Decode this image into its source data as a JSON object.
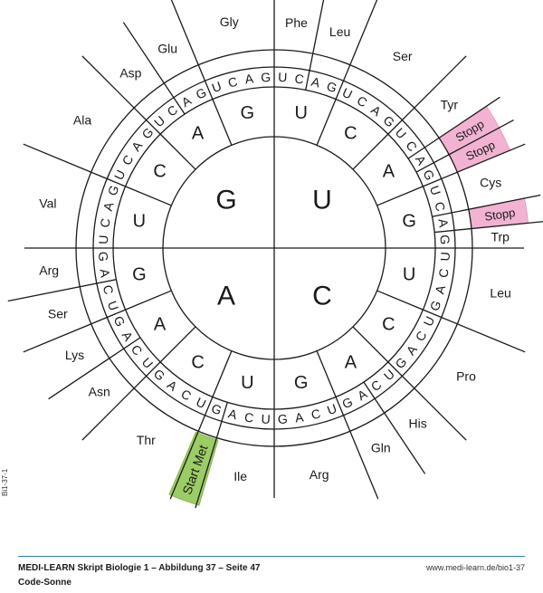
{
  "figure_code": "Bi1-37-1",
  "footer": {
    "caption": "MEDI-LEARN Skript Biologie 1 – Abbildung 37 – Seite 47",
    "subtitle": "Code-Sonne",
    "url": "www.medi-learn.de/bio1-37"
  },
  "colors": {
    "stop": "#f2b3d2",
    "start": "#9ccc65",
    "line": "#1a1a1a"
  },
  "first_bases": [
    "U",
    "C",
    "A",
    "G"
  ],
  "second_bases": [
    "U",
    "C",
    "A",
    "G"
  ],
  "third_bases": [
    "U",
    "C",
    "A",
    "G"
  ],
  "amino_acids": [
    {
      "label": "Phe",
      "first": 0,
      "second": 0,
      "thirds": [
        0,
        2
      ]
    },
    {
      "label": "Leu",
      "first": 0,
      "second": 0,
      "thirds": [
        2,
        4
      ]
    },
    {
      "label": "Ser",
      "first": 0,
      "second": 1,
      "thirds": [
        0,
        4
      ]
    },
    {
      "label": "Tyr",
      "first": 0,
      "second": 2,
      "thirds": [
        0,
        2
      ]
    },
    {
      "label": "Stopp",
      "first": 0,
      "second": 2,
      "thirds": [
        2,
        3
      ],
      "kind": "stop"
    },
    {
      "label": "Stopp",
      "first": 0,
      "second": 2,
      "thirds": [
        3,
        4
      ],
      "kind": "stop"
    },
    {
      "label": "Cys",
      "first": 0,
      "second": 3,
      "thirds": [
        0,
        2
      ]
    },
    {
      "label": "Stopp",
      "first": 0,
      "second": 3,
      "thirds": [
        2,
        3
      ],
      "kind": "stop"
    },
    {
      "label": "Trp",
      "first": 0,
      "second": 3,
      "thirds": [
        3,
        4
      ]
    },
    {
      "label": "Leu",
      "first": 1,
      "second": 0,
      "thirds": [
        0,
        4
      ]
    },
    {
      "label": "Pro",
      "first": 1,
      "second": 1,
      "thirds": [
        0,
        4
      ]
    },
    {
      "label": "His",
      "first": 1,
      "second": 2,
      "thirds": [
        0,
        2
      ]
    },
    {
      "label": "Gln",
      "first": 1,
      "second": 2,
      "thirds": [
        2,
        4
      ]
    },
    {
      "label": "Arg",
      "first": 1,
      "second": 3,
      "thirds": [
        0,
        4
      ]
    },
    {
      "label": "Ile",
      "first": 2,
      "second": 0,
      "thirds": [
        0,
        3
      ]
    },
    {
      "label": "Start Met",
      "first": 2,
      "second": 0,
      "thirds": [
        3,
        4
      ],
      "kind": "start"
    },
    {
      "label": "Thr",
      "first": 2,
      "second": 1,
      "thirds": [
        0,
        4
      ]
    },
    {
      "label": "Asn",
      "first": 2,
      "second": 2,
      "thirds": [
        0,
        2
      ]
    },
    {
      "label": "Lys",
      "first": 2,
      "second": 2,
      "thirds": [
        2,
        4
      ]
    },
    {
      "label": "Ser",
      "first": 2,
      "second": 3,
      "thirds": [
        0,
        2
      ]
    },
    {
      "label": "Arg",
      "first": 2,
      "second": 3,
      "thirds": [
        2,
        4
      ]
    },
    {
      "label": "Val",
      "first": 3,
      "second": 0,
      "thirds": [
        0,
        4
      ]
    },
    {
      "label": "Ala",
      "first": 3,
      "second": 1,
      "thirds": [
        0,
        4
      ]
    },
    {
      "label": "Asp",
      "first": 3,
      "second": 2,
      "thirds": [
        0,
        2
      ]
    },
    {
      "label": "Glu",
      "first": 3,
      "second": 2,
      "thirds": [
        2,
        4
      ]
    },
    {
      "label": "Gly",
      "first": 3,
      "second": 3,
      "thirds": [
        0,
        4
      ]
    }
  ]
}
